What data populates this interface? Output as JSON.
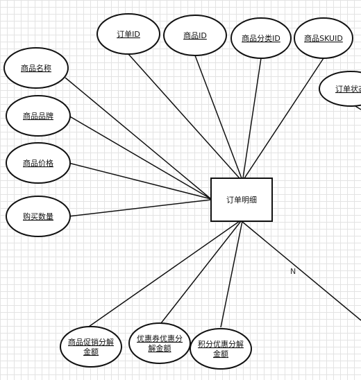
{
  "diagram": {
    "entity": {
      "id": "order-detail",
      "label": "订单明细"
    },
    "attributes": [
      {
        "id": "order-id",
        "lines": [
          "订单ID"
        ]
      },
      {
        "id": "product-id",
        "lines": [
          "商品ID"
        ]
      },
      {
        "id": "product-category-id",
        "lines": [
          "商品分类ID"
        ]
      },
      {
        "id": "product-sku-id",
        "lines": [
          "商品SKUID"
        ]
      },
      {
        "id": "order-status",
        "lines": [
          "订单状态"
        ]
      },
      {
        "id": "product-name",
        "lines": [
          "商品名称"
        ]
      },
      {
        "id": "product-brand",
        "lines": [
          "商品品牌"
        ]
      },
      {
        "id": "product-price",
        "lines": [
          "商品价格"
        ]
      },
      {
        "id": "purchase-quantity",
        "lines": [
          "购买数量"
        ]
      },
      {
        "id": "promotion-amount",
        "lines": [
          "商品促销分解",
          "金额"
        ]
      },
      {
        "id": "coupon-amount",
        "lines": [
          "优惠券优惠分",
          "解金额"
        ]
      },
      {
        "id": "points-amount",
        "lines": [
          "积分优惠分解",
          "金额"
        ]
      }
    ],
    "relationship_edge": {
      "cardinality": "N"
    }
  }
}
